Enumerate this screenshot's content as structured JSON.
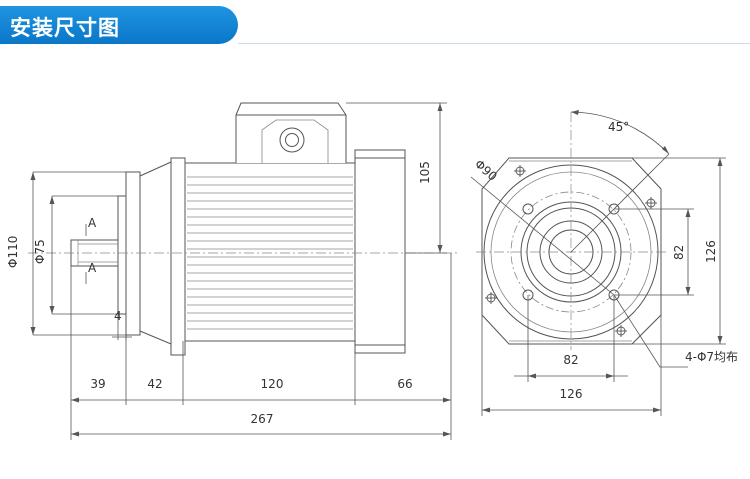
{
  "header": {
    "title": "安装尺寸图",
    "accent_color": "#0a7fd6"
  },
  "drawing": {
    "side_view": {
      "dim_diameter_outer": "Φ110",
      "dim_diameter_inner": "Φ75",
      "section_mark_top": "A",
      "section_mark_bottom": "A",
      "dim_shaft_step": "4",
      "dim_terminal_height": "105",
      "dim_segment_1": "39",
      "dim_segment_2": "42",
      "dim_segment_3": "120",
      "dim_segment_4": "66",
      "dim_total_length": "267"
    },
    "front_view": {
      "dim_angle": "45°",
      "dim_pcd": "Φ90",
      "dim_hole_vertical": "82",
      "dim_flange_vertical": "126",
      "dim_hole_horizontal": "82",
      "dim_flange_horizontal": "126",
      "dim_holes_note": "4-Φ7均布"
    }
  }
}
